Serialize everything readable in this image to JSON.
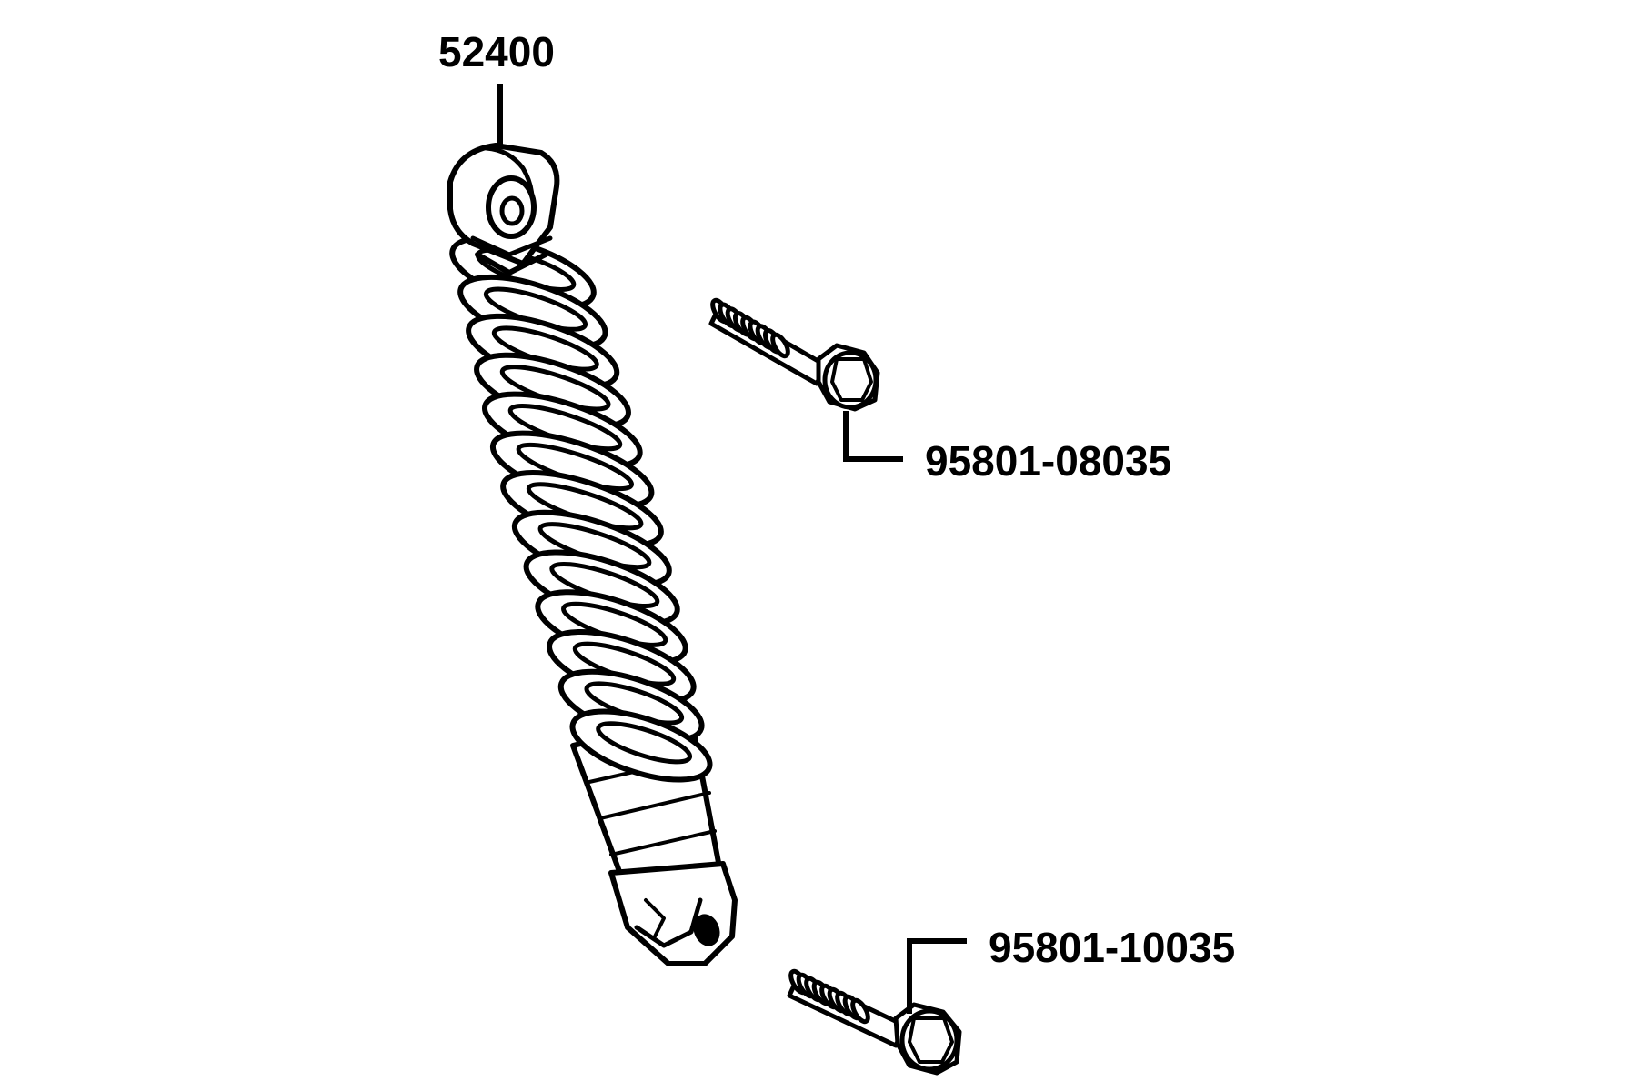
{
  "parts": {
    "shock_absorber": {
      "number": "52400"
    },
    "upper_bolt": {
      "number": "95801-08035"
    },
    "lower_bolt": {
      "number": "95801-10035"
    }
  },
  "colors": {
    "line": "#000000",
    "background": "#ffffff"
  }
}
